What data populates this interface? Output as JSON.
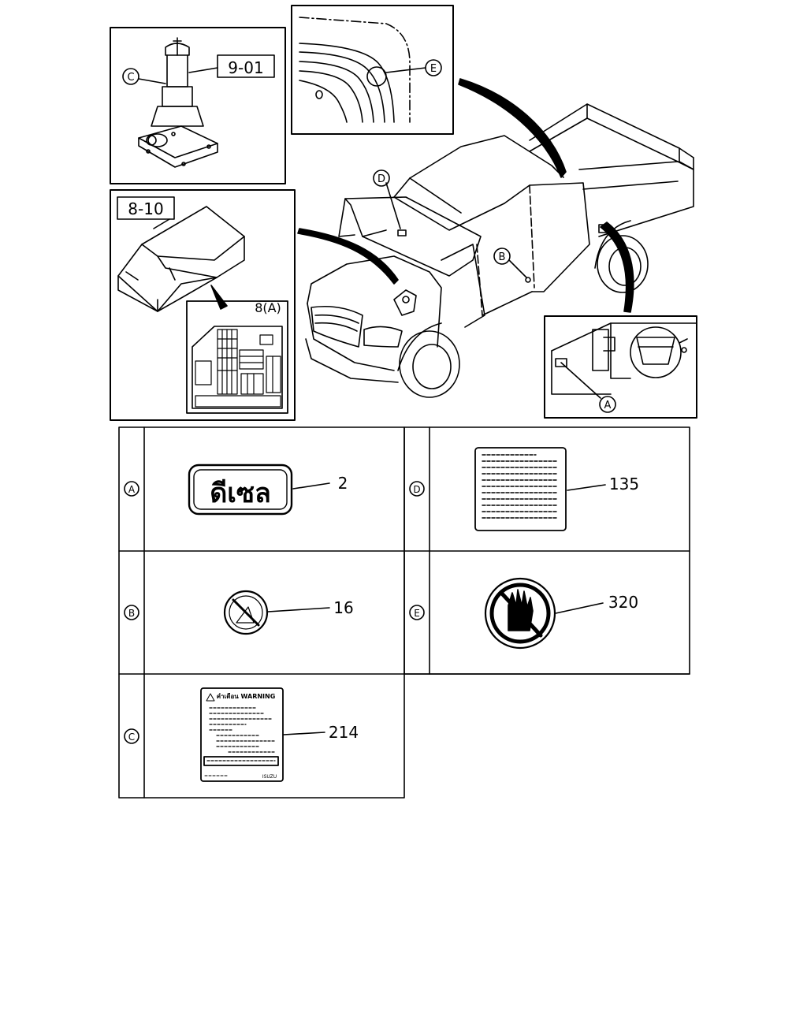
{
  "callouts": {
    "jack_ref": "9-01",
    "fusebox_ref": "8-10",
    "fusebox_sub_ref": "8(A)",
    "letter_c": "C",
    "letter_d": "D",
    "letter_b": "B",
    "letter_e": "E",
    "letter_a": "A"
  },
  "labels": [
    {
      "letter": "A",
      "part_no": "2",
      "sticker_text": "ดีเซล"
    },
    {
      "letter": "D",
      "part_no": "135"
    },
    {
      "letter": "B",
      "part_no": "16"
    },
    {
      "letter": "E",
      "part_no": "320"
    },
    {
      "letter": "C",
      "part_no": "214",
      "header": "คำเตือน WARNING",
      "brand": "ISUZU"
    }
  ]
}
